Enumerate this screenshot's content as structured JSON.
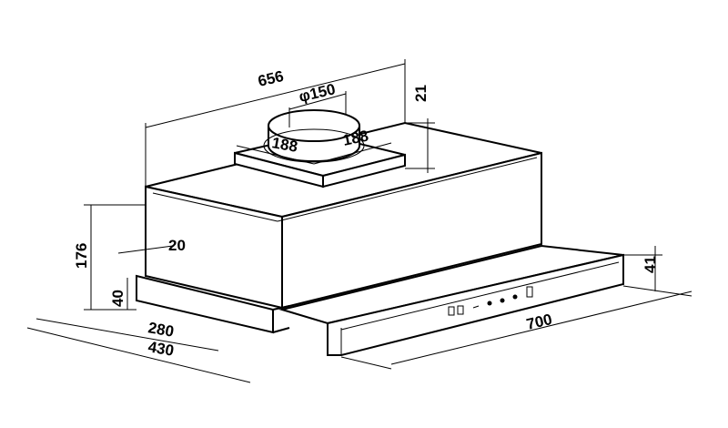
{
  "dimensions": {
    "width_top": "656",
    "duct_diameter": "φ150",
    "duct_height": "21",
    "duct_offset_left": "188",
    "duct_offset_right": "188",
    "height": "176",
    "front_lip": "20",
    "drawer_height_left": "40",
    "depth_closed": "280",
    "depth_open": "430",
    "width_front": "700",
    "drawer_height_right": "41"
  },
  "colors": {
    "line": "#000000",
    "background": "#ffffff"
  }
}
